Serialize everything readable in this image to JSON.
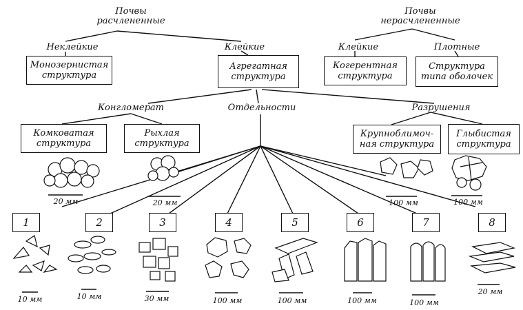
{
  "top_left": {
    "title": "Почвы\nрасчлененные"
  },
  "top_right": {
    "title": "Почвы\nнерасчлененные"
  },
  "branches": {
    "nonsticky": "Неклейкие",
    "sticky_left": "Клейкие",
    "sticky_right": "Клейкие",
    "dense": "Плотные",
    "conglomerate": "Конгломерат",
    "separates": "Отдельности",
    "fractures": "Разрушения"
  },
  "boxes": {
    "monograin": "Монозернистая\nструктура",
    "aggregate": "Агрегатная\nструктура",
    "coherent": "Когерентная\nструктура",
    "shell": "Структура\nтипа оболочек",
    "lumpy": "Комковатая\nструктура",
    "loose": "Рыхлая\nструктура",
    "coarse_block": "Крупноблимоч-\nная структура",
    "clod": "Глыбистая\nструктура"
  },
  "scales_mid": [
    "20 мм",
    "20 мм",
    "100 мм",
    "100 мм"
  ],
  "numbers": [
    "1",
    "2",
    "3",
    "4",
    "5",
    "6",
    "7",
    "8"
  ],
  "scales_bottom": [
    "10 мм",
    "10 мм",
    "30 мм",
    "100 мм",
    "100 мм",
    "100 мм",
    "100 мм",
    "20 мм"
  ]
}
